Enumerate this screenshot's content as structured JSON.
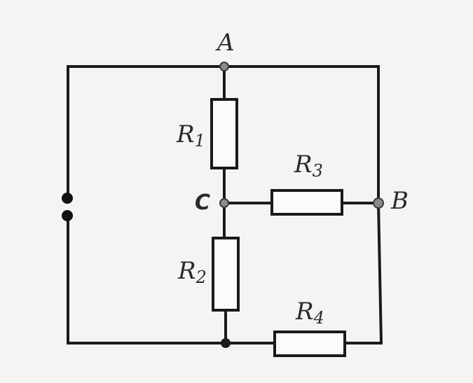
{
  "nodes": {
    "A": "A",
    "B": "B",
    "C": "C"
  },
  "resistors": {
    "r1": {
      "letter": "R",
      "index": "1"
    },
    "r2": {
      "letter": "R",
      "index": "2"
    },
    "r3": {
      "letter": "R",
      "index": "3"
    },
    "r4": {
      "letter": "R",
      "index": "4"
    }
  }
}
